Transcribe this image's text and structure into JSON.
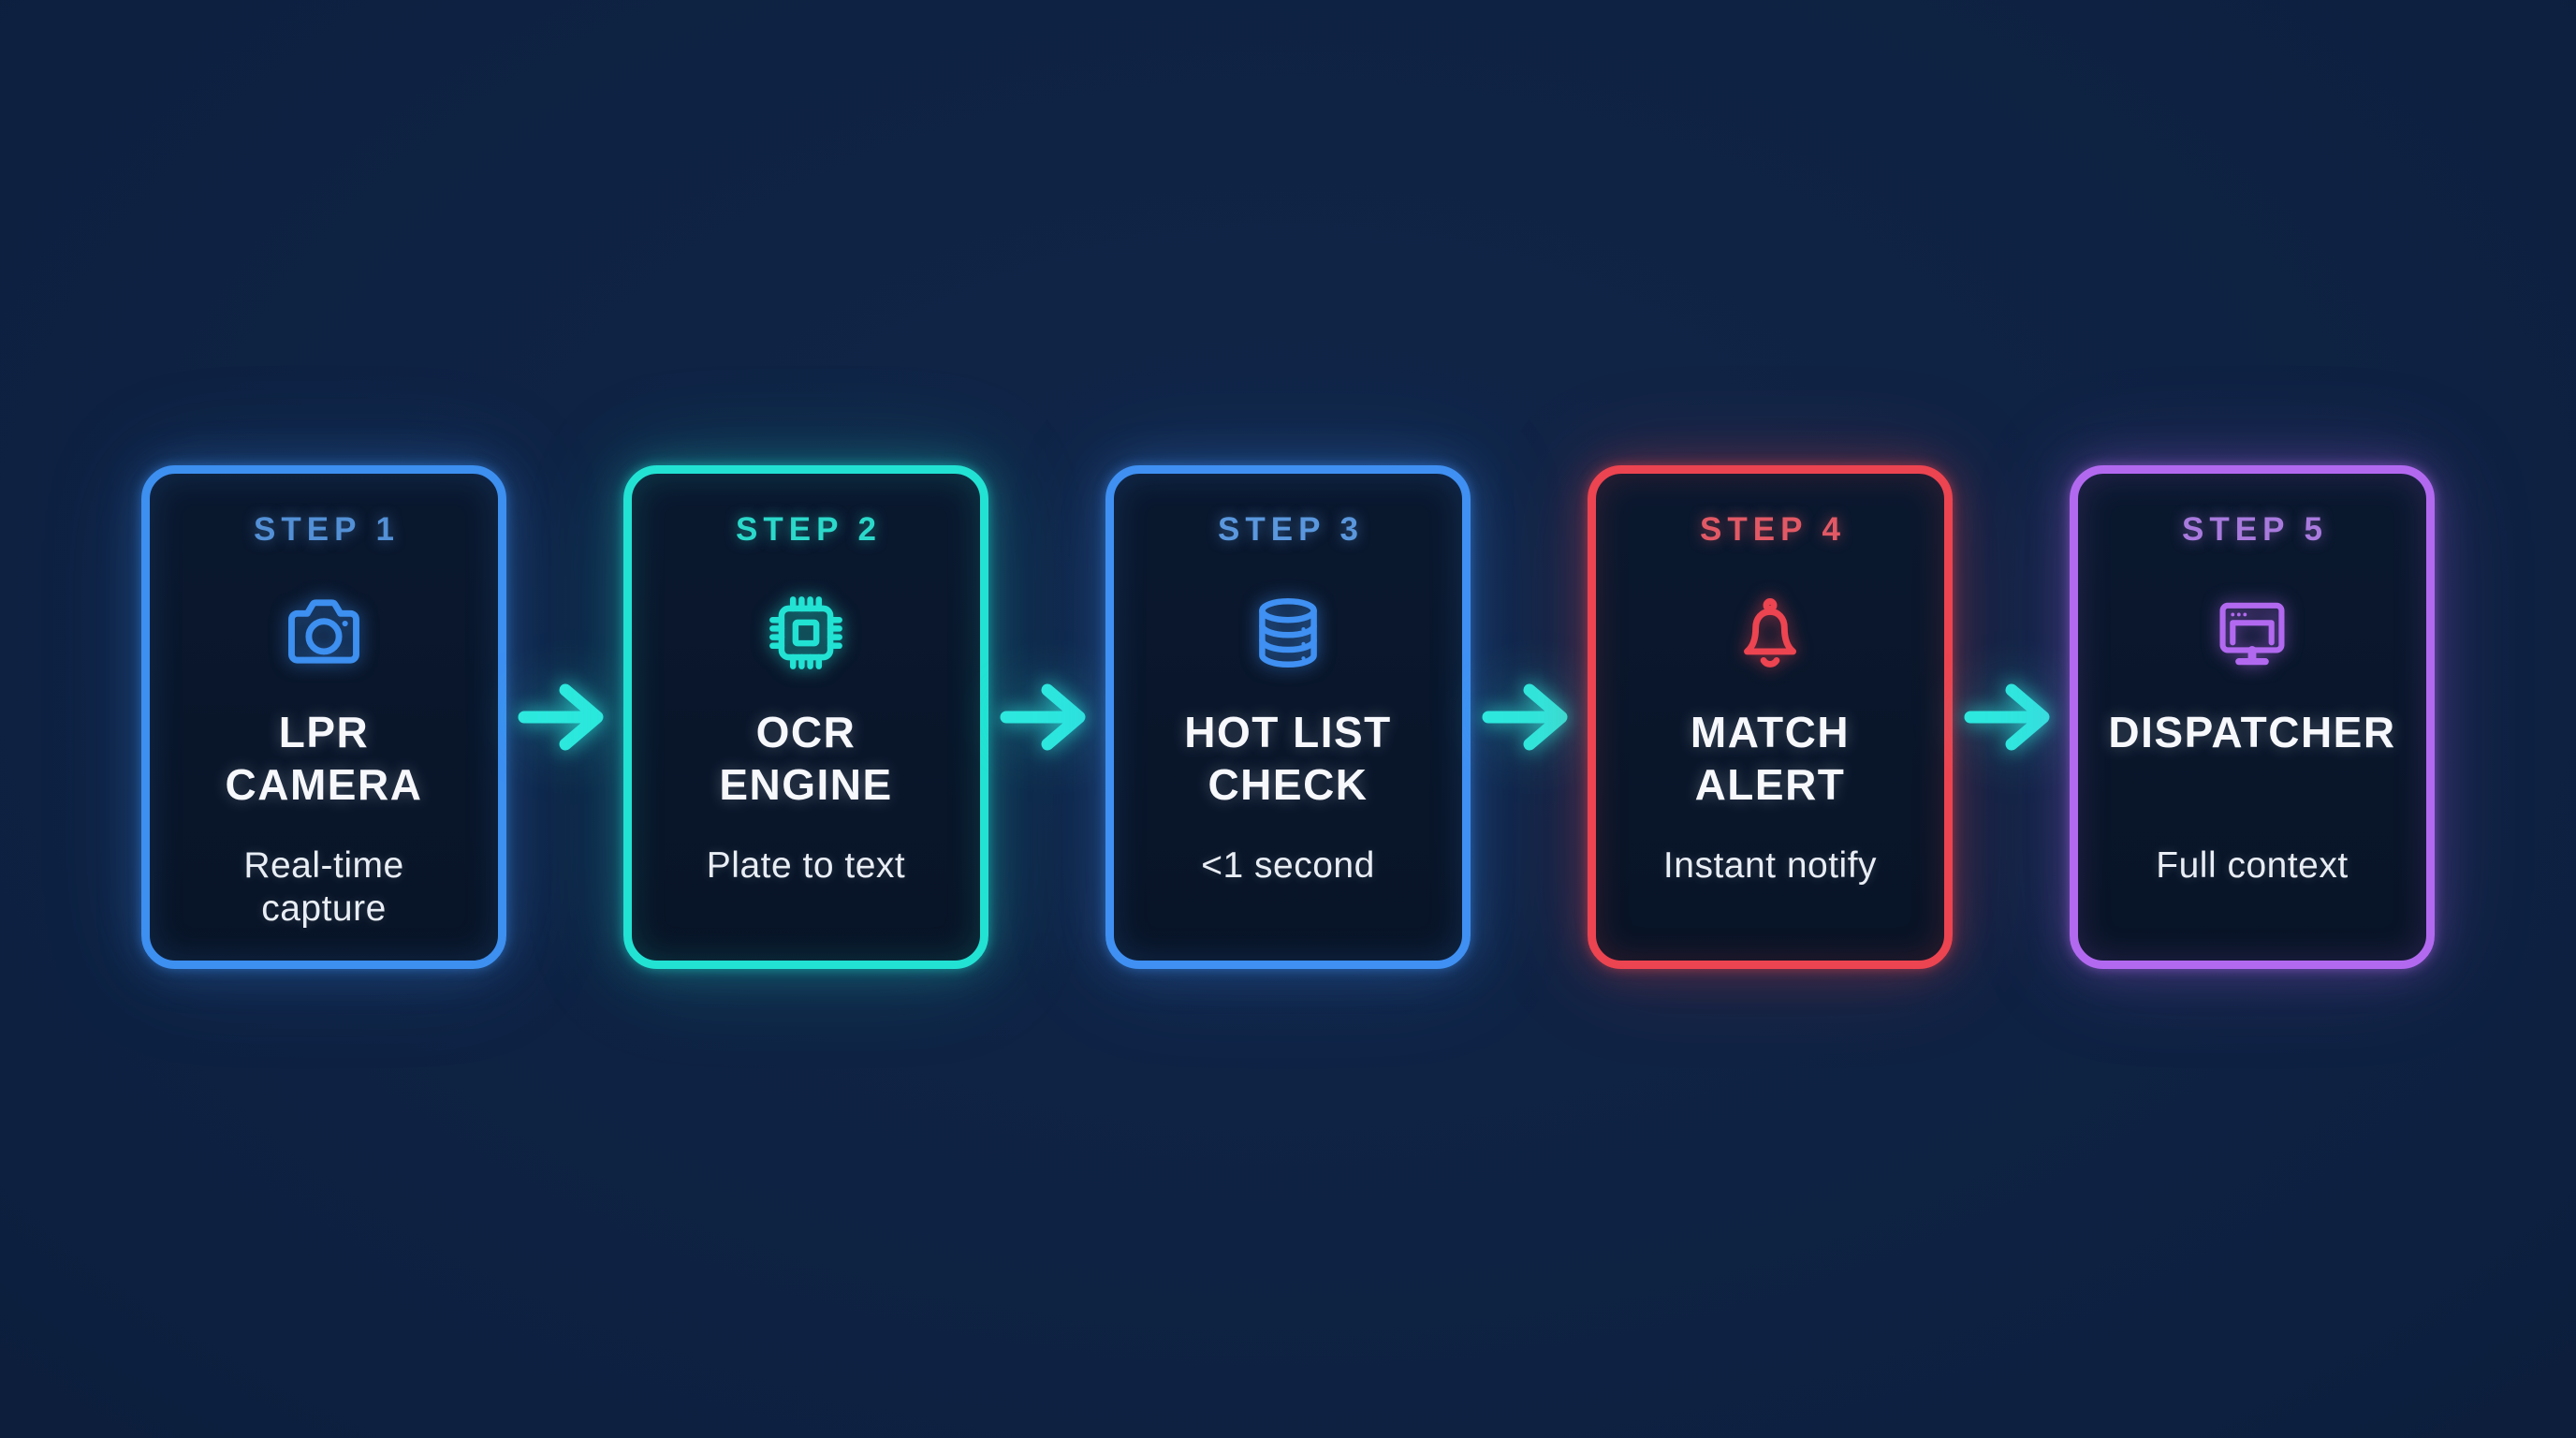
{
  "page": {
    "background_color": "#0d2040",
    "title_color": "#f6f8fc",
    "subtitle_color": "#e9eef5"
  },
  "arrow": {
    "color": "#2de9de"
  },
  "steps": [
    {
      "step_label": "STEP 1",
      "title_lines": [
        "LPR",
        "CAMERA"
      ],
      "subtitle_lines": [
        "Real-time",
        "capture"
      ],
      "icon": "camera-icon",
      "accent": "#3d8ff0",
      "step_color": "#5390d6"
    },
    {
      "step_label": "STEP 2",
      "title_lines": [
        "OCR",
        "ENGINE"
      ],
      "subtitle_lines": [
        "Plate to text"
      ],
      "icon": "chip-icon",
      "accent": "#22e2d3",
      "step_color": "#2bd9ca"
    },
    {
      "step_label": "STEP 3",
      "title_lines": [
        "HOT LIST",
        "CHECK"
      ],
      "subtitle_lines": [
        "<1 second"
      ],
      "icon": "database-icon",
      "accent": "#3f90f2",
      "step_color": "#5a97dd"
    },
    {
      "step_label": "STEP 4",
      "title_lines": [
        "MATCH",
        "ALERT"
      ],
      "subtitle_lines": [
        "Instant notify"
      ],
      "icon": "bell-icon",
      "accent": "#ec4450",
      "step_color": "#e25965"
    },
    {
      "step_label": "STEP 5",
      "title_lines": [
        "DISPATCHER"
      ],
      "subtitle_lines": [
        "Full context"
      ],
      "icon": "monitor-icon",
      "accent": "#b269f0",
      "step_color": "#a97ade"
    }
  ]
}
